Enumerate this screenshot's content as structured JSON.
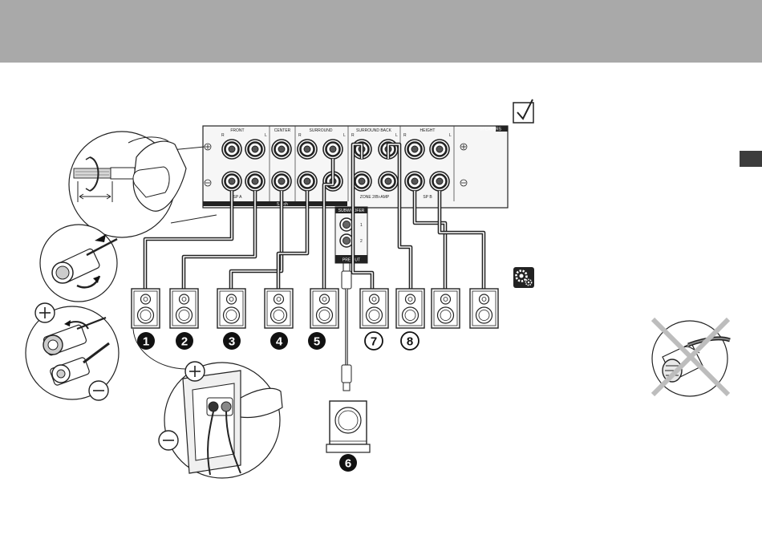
{
  "panel": {
    "groups": [
      "FRONT",
      "CENTER",
      "SURROUND",
      "SURROUND BACK",
      "HEIGHT"
    ],
    "speakers_label": "SPEAKERS",
    "channel_letters": {
      "r": "R",
      "l": "L"
    },
    "sp_a": "SP A",
    "sp_b": "SP B",
    "ch51": "5.1 ch",
    "zone": "ZONE 2/Bi-AMP",
    "sub_label": "SUBWOOFER",
    "sub_numbers": [
      "1",
      "2"
    ],
    "pre_out": "PRE OUT"
  },
  "speakers": {
    "filled_numbers": [
      "1",
      "2",
      "3",
      "4",
      "5"
    ],
    "outlined_numbers": [
      "7",
      "8"
    ],
    "subwoofer_number": "6"
  },
  "terminal_signs": {
    "plus": "+",
    "minus": "−"
  }
}
